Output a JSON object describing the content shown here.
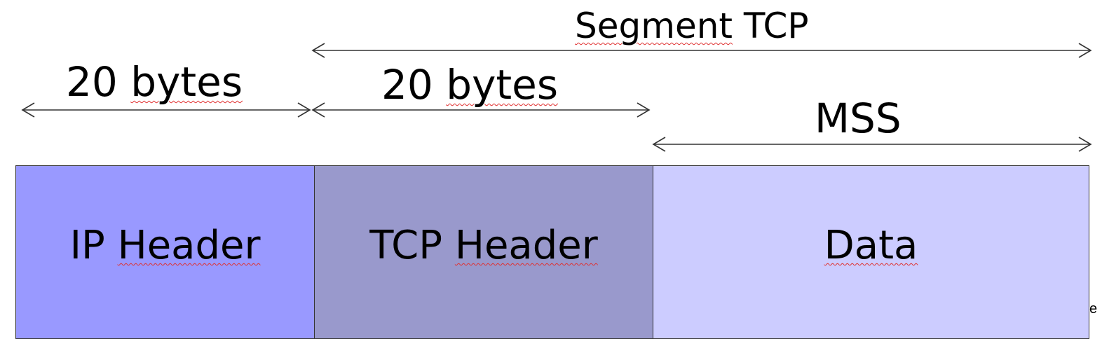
{
  "segment": {
    "label_word1": "Segment",
    "label_word2": "TCP"
  },
  "dimensions": {
    "ip_header_size": "20 bytes",
    "tcp_header_size": "20 bytes",
    "data_size": "MSS"
  },
  "fields": [
    {
      "label": "IP Header",
      "color": "#9999ff"
    },
    {
      "label": "TCP Header",
      "color": "#9999cc"
    },
    {
      "label": "Data",
      "color": "#ccccff"
    }
  ],
  "spell_underlined_words": [
    "Segment",
    "bytes",
    "Header",
    "Data"
  ],
  "truncated_text": "e"
}
